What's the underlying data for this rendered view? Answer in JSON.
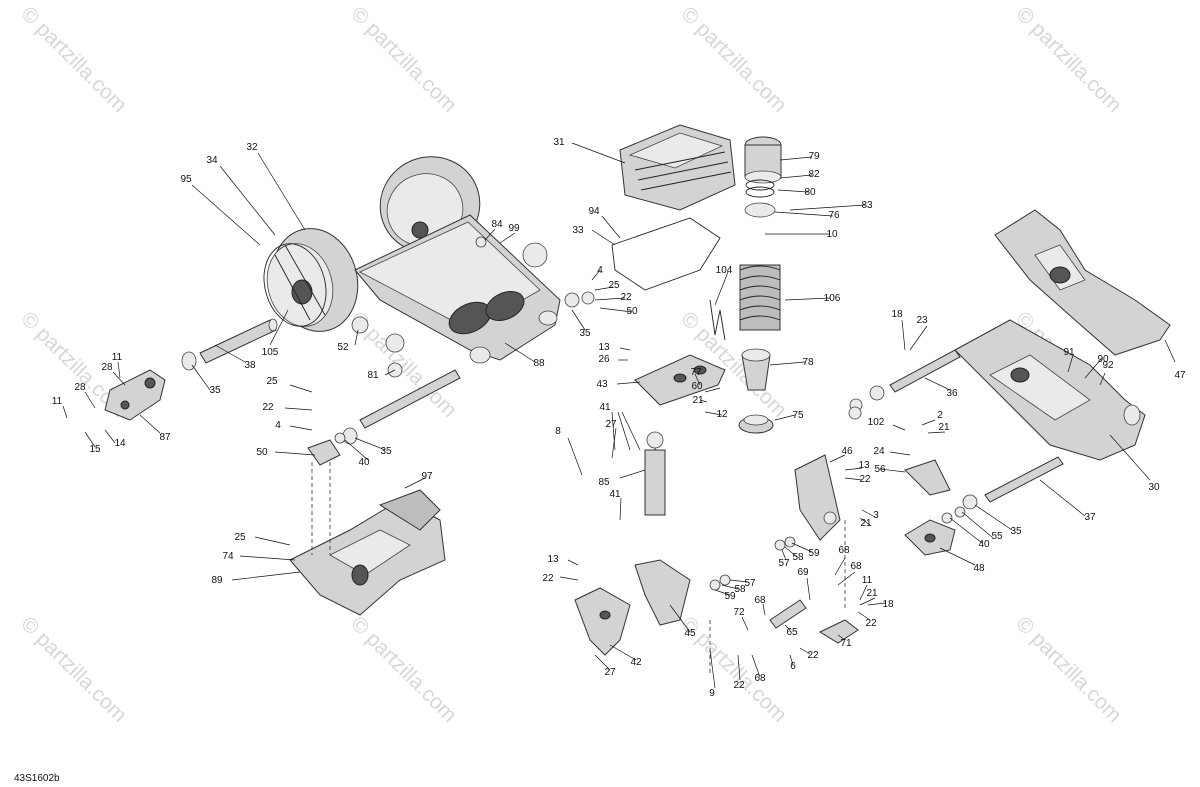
{
  "diagram_id": "43S1602b",
  "watermark": "© partzilla.com",
  "callouts": [
    {
      "label": "95"
    },
    {
      "label": "34"
    },
    {
      "label": "32"
    },
    {
      "label": "105"
    },
    {
      "label": "38"
    },
    {
      "label": "35"
    },
    {
      "label": "11"
    },
    {
      "label": "28"
    },
    {
      "label": "11"
    },
    {
      "label": "28"
    },
    {
      "label": "14"
    },
    {
      "label": "15"
    },
    {
      "label": "87"
    },
    {
      "label": "25"
    },
    {
      "label": "22"
    },
    {
      "label": "4"
    },
    {
      "label": "50"
    },
    {
      "label": "40"
    },
    {
      "label": "35"
    },
    {
      "label": "97"
    },
    {
      "label": "25"
    },
    {
      "label": "74"
    },
    {
      "label": "89"
    },
    {
      "label": "84"
    },
    {
      "label": "99"
    },
    {
      "label": "52"
    },
    {
      "label": "81"
    },
    {
      "label": "88"
    },
    {
      "label": "4"
    },
    {
      "label": "25"
    },
    {
      "label": "22"
    },
    {
      "label": "50"
    },
    {
      "label": "35"
    },
    {
      "label": "31"
    },
    {
      "label": "79"
    },
    {
      "label": "82"
    },
    {
      "label": "80"
    },
    {
      "label": "83"
    },
    {
      "label": "76"
    },
    {
      "label": "10"
    },
    {
      "label": "94"
    },
    {
      "label": "33"
    },
    {
      "label": "104"
    },
    {
      "label": "106"
    },
    {
      "label": "13"
    },
    {
      "label": "26"
    },
    {
      "label": "78"
    },
    {
      "label": "43"
    },
    {
      "label": "77"
    },
    {
      "label": "60"
    },
    {
      "label": "21"
    },
    {
      "label": "12"
    },
    {
      "label": "75"
    },
    {
      "label": "41"
    },
    {
      "label": "27"
    },
    {
      "label": "8"
    },
    {
      "label": "85"
    },
    {
      "label": "41"
    },
    {
      "label": "47"
    },
    {
      "label": "18"
    },
    {
      "label": "23"
    },
    {
      "label": "91"
    },
    {
      "label": "90"
    },
    {
      "label": "92"
    },
    {
      "label": "36"
    },
    {
      "label": "30"
    },
    {
      "label": "102"
    },
    {
      "label": "2"
    },
    {
      "label": "21"
    },
    {
      "label": "24"
    },
    {
      "label": "46"
    },
    {
      "label": "13"
    },
    {
      "label": "22"
    },
    {
      "label": "3"
    },
    {
      "label": "21"
    },
    {
      "label": "56"
    },
    {
      "label": "37"
    },
    {
      "label": "35"
    },
    {
      "label": "55"
    },
    {
      "label": "40"
    },
    {
      "label": "48"
    },
    {
      "label": "59"
    },
    {
      "label": "58"
    },
    {
      "label": "57"
    },
    {
      "label": "68"
    },
    {
      "label": "68"
    },
    {
      "label": "69"
    },
    {
      "label": "57"
    },
    {
      "label": "58"
    },
    {
      "label": "59"
    },
    {
      "label": "11"
    },
    {
      "label": "21"
    },
    {
      "label": "18"
    },
    {
      "label": "22"
    },
    {
      "label": "68"
    },
    {
      "label": "72"
    },
    {
      "label": "65"
    },
    {
      "label": "71"
    },
    {
      "label": "22"
    },
    {
      "label": "6"
    },
    {
      "label": "22"
    },
    {
      "label": "68"
    },
    {
      "label": "9"
    },
    {
      "label": "13"
    },
    {
      "label": "22"
    },
    {
      "label": "45"
    },
    {
      "label": "42"
    },
    {
      "label": "27"
    }
  ]
}
